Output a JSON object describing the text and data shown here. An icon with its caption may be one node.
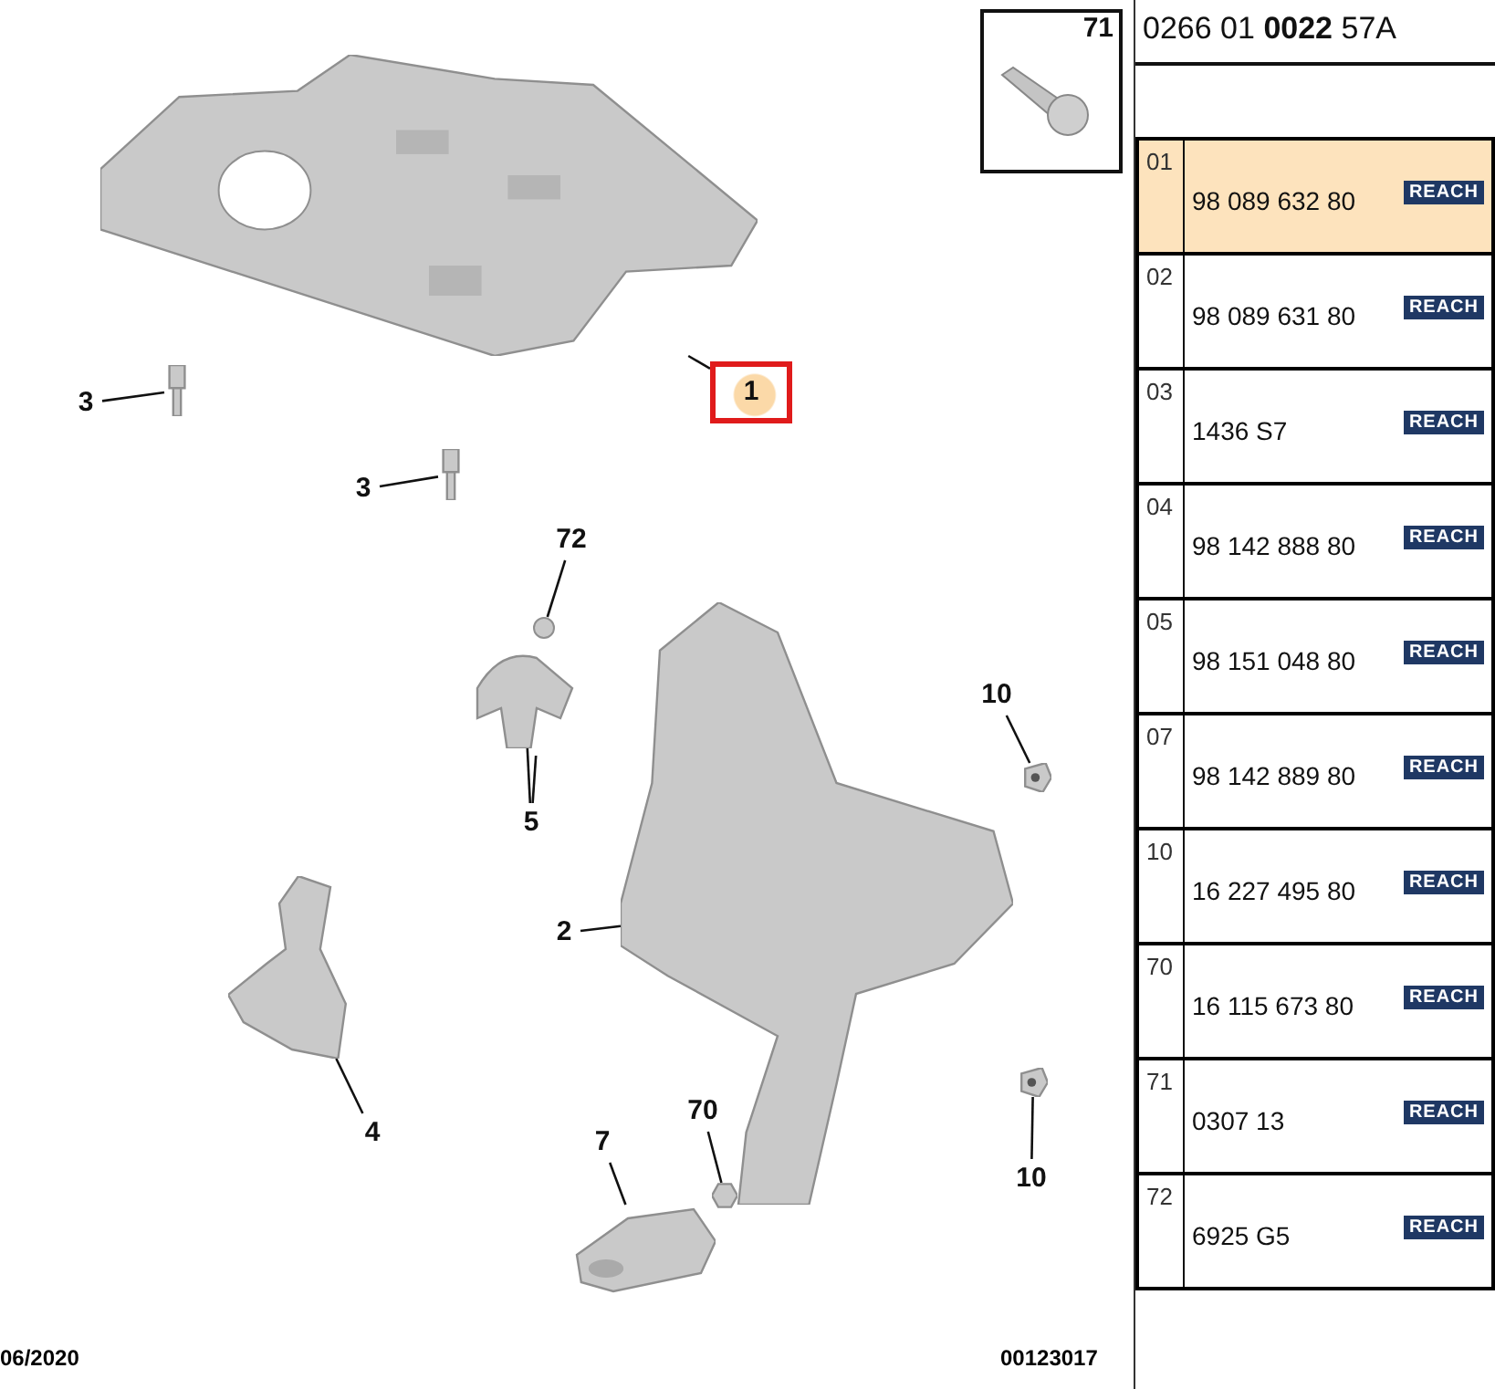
{
  "diagram": {
    "nodes": [
      {
        "text": [],
        "shape": "picture"
      },
      {
        "text": [
          "71"
        ]
      },
      {
        "text": [
          "1"
        ]
      },
      {
        "text": [
          "3"
        ]
      },
      {
        "text": [],
        "shape": "picture"
      },
      {
        "text": [
          "3"
        ]
      },
      {
        "text": [],
        "shape": "picture"
      },
      {
        "text": [
          "72"
        ]
      },
      {
        "text": [],
        "shape": "circle"
      },
      {
        "text": [
          "10"
        ]
      },
      {
        "text": [],
        "shape": "picture"
      },
      {
        "text": [],
        "shape": "picture"
      },
      {
        "text": [
          "5"
        ]
      },
      {
        "text": [],
        "shape": "picture"
      },
      {
        "text": [
          "2"
        ]
      },
      {
        "text": [],
        "shape": "picture"
      },
      {
        "text": [
          "4"
        ]
      },
      {
        "text": [
          "70"
        ]
      },
      {
        "text": [],
        "shape": "picture"
      },
      {
        "text": [
          "7"
        ]
      },
      {
        "text": [],
        "shape": "picture"
      },
      {
        "text": [
          "10"
        ]
      },
      {
        "text": [],
        "shape": "picture"
      }
    ],
    "edges": [
      {
        "from": 2,
        "to": 0,
        "arrow": "none"
      },
      {
        "from": 3,
        "to": 4,
        "arrow": "none"
      },
      {
        "from": 5,
        "to": 6,
        "arrow": "none"
      },
      {
        "from": 7,
        "to": 8,
        "arrow": "none"
      },
      {
        "from": 9,
        "to": 10,
        "arrow": "none"
      },
      {
        "from": 12,
        "to": 11,
        "arrow": "none"
      },
      {
        "from": 12,
        "to": 11,
        "arrow": "none"
      },
      {
        "from": 14,
        "to": 13,
        "arrow": "none"
      },
      {
        "from": 16,
        "to": 15,
        "arrow": "none"
      },
      {
        "from": 17,
        "to": 18,
        "arrow": "none"
      },
      {
        "from": 19,
        "to": 20,
        "arrow": "none"
      },
      {
        "from": 21,
        "to": 22,
        "arrow": "none"
      }
    ],
    "labels": [
      "0266 01 **0022** 57A",
      "01",
      "98 089 632 80",
      "REACH",
      "02",
      "98 089 631 80",
      "REACH",
      "03",
      "1436 S7",
      "REACH",
      "04",
      "98 142 888 80",
      "REACH",
      "05",
      "98 151 048 80",
      "REACH",
      "07",
      "98 142 889 80",
      "REACH",
      "10",
      "16 227 495 80",
      "REACH",
      "70",
      "16 115 673 80",
      "REACH",
      "71",
      "0307 13",
      "REACH",
      "72",
      "6925 G5",
      "REACH",
      "06/2020",
      "00123017"
    ]
  }
}
